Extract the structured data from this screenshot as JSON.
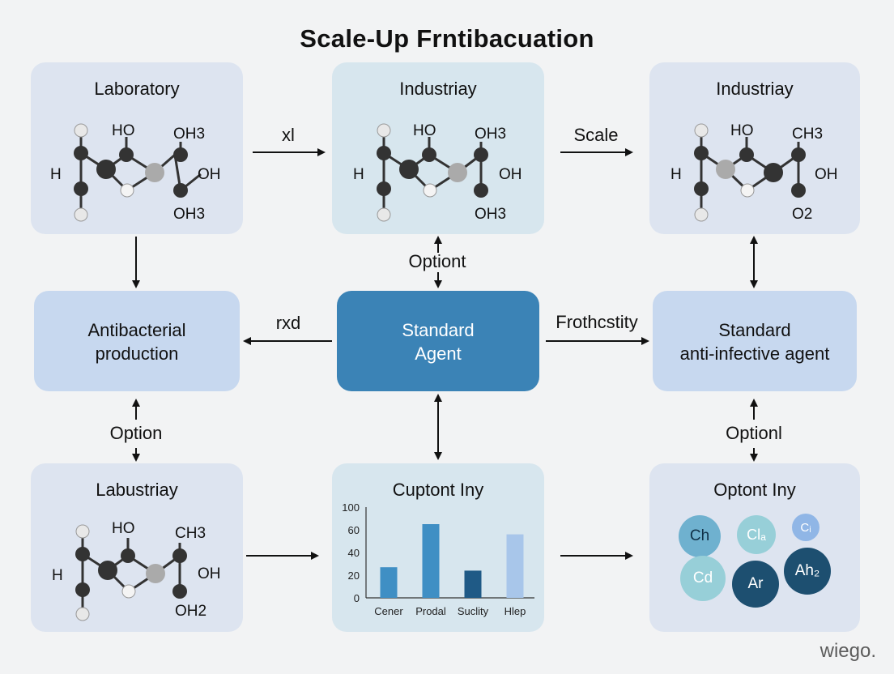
{
  "title": "Scale-Up Frntibacuation",
  "cards": {
    "top_left": {
      "label": "Laboratory",
      "chem": [
        "HO",
        "OH3",
        "H",
        "OH",
        "OH3"
      ]
    },
    "top_mid": {
      "label": "Industriay",
      "chem": [
        "HO",
        "OH3",
        "H",
        "OH",
        "OH3"
      ]
    },
    "top_right": {
      "label": "Industriay",
      "chem": [
        "HO",
        "CH3",
        "H",
        "OH",
        "O2"
      ]
    },
    "mid_left": {
      "label_line1": "Antibacterial",
      "label_line2": "production"
    },
    "center": {
      "label_line1": "Standard",
      "label_line2": "Agent"
    },
    "mid_right": {
      "label_line1": "Standard",
      "label_line2": "anti-infective agent"
    },
    "bottom_left": {
      "label": "Labustriay",
      "chem": [
        "HO",
        "CH3",
        "H",
        "OH",
        "OH2"
      ]
    },
    "bottom_mid": {
      "label": "Cuptont Iny"
    },
    "bottom_right": {
      "label": "Optont Iny"
    }
  },
  "arrows": {
    "top_1": "xl",
    "top_2": "Scale",
    "top_mid_vertical": "Optiont",
    "mid_left": "rxd",
    "mid_right": "Frothcstity",
    "left_vertical": "Option",
    "right_vertical": "Optionl"
  },
  "chart_data": {
    "type": "bar",
    "categories": [
      "Cener",
      "Prodal",
      "Suclity",
      "Hlep"
    ],
    "values": [
      27,
      70,
      24,
      56
    ],
    "yticks": [
      "0",
      "20",
      "40",
      "60",
      "100"
    ],
    "ylim": [
      0,
      100
    ],
    "colors": [
      "#3f8fc4",
      "#3f8fc4",
      "#1f5a86",
      "#a8c6ea"
    ]
  },
  "chips": [
    {
      "label": "Ch",
      "color": "#6fb1cf"
    },
    {
      "label": "Clₐ",
      "color": "#97cfd8"
    },
    {
      "label": "Cᵢ",
      "color": "#90b6e6"
    },
    {
      "label": "Cd",
      "color": "#97cfd8"
    },
    {
      "label": "Ar",
      "color": "#1d4f70"
    },
    {
      "label": "Ah₂",
      "color": "#1d4f70"
    }
  ],
  "watermark": "wiego."
}
